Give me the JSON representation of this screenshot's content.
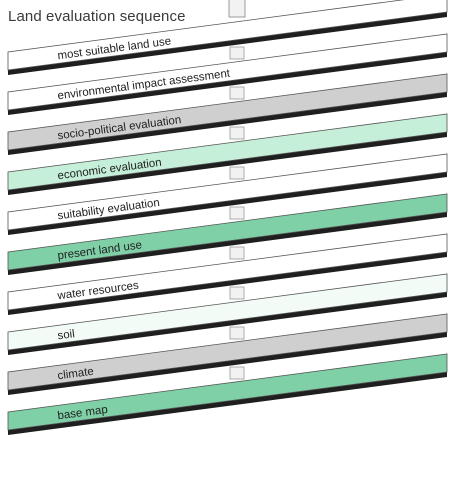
{
  "title": "Land evaluation sequence",
  "layers_bottom_to_top": [
    {
      "label": "base map",
      "fill": "#7fd0a6"
    },
    {
      "label": "climate",
      "fill": "#cfcfcf"
    },
    {
      "label": "soil",
      "fill": "#f2fbf6"
    },
    {
      "label": "water resources",
      "fill": "#ffffff"
    },
    {
      "label": "present land use",
      "fill": "#7fd0a6"
    },
    {
      "label": "suitability evaluation",
      "fill": "#ffffff"
    },
    {
      "label": "economic evaluation",
      "fill": "#c5efd8"
    },
    {
      "label": "socio-political evaluation",
      "fill": "#cfcfcf"
    },
    {
      "label": "environmental impact assessment",
      "fill": "#ffffff"
    },
    {
      "label": "most suitable land use",
      "fill": "#ffffff"
    }
  ],
  "colors": {
    "edge": "#1f1f1f",
    "outline": "#555555",
    "arrow_fill": "#f2f2f2",
    "arrow_stroke": "#9a9a9a",
    "text": "#222222"
  },
  "arrow_direction": "up"
}
